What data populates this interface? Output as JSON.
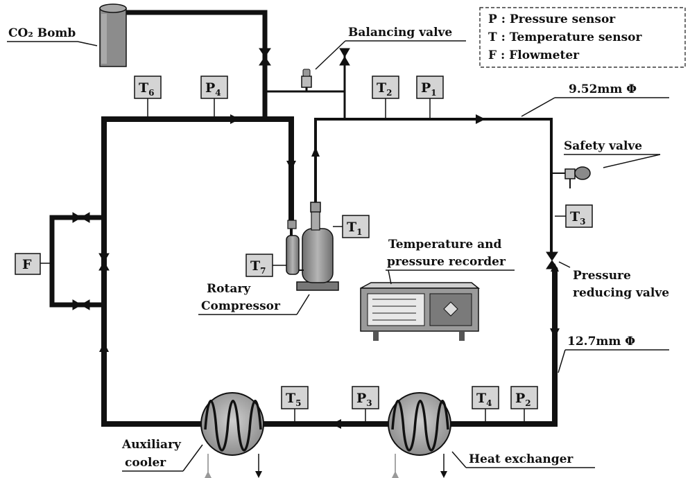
{
  "legend": {
    "line1": "P : Pressure sensor",
    "line2": "T : Temperature sensor",
    "line3": "F : Flowmeter"
  },
  "labels": {
    "co2_bomb": "CO₂ Bomb",
    "balancing_valve": "Balancing valve",
    "pipe_large": "9.52mm Φ",
    "pipe_small": "12.7mm Φ",
    "safety_valve": "Safety valve",
    "pressure_reducing_valve_line1": "Pressure",
    "pressure_reducing_valve_line2": "reducing valve",
    "recorder_line1": "Temperature and",
    "recorder_line2": "pressure recorder",
    "compressor_line1": "Rotary",
    "compressor_line2": "Compressor",
    "aux_cooler_line1": "Auxiliary",
    "aux_cooler_line2": "cooler",
    "heat_exchanger": "Heat exchanger",
    "flowmeter": "F"
  },
  "sensors": {
    "T1": {
      "letter": "T",
      "num": "1"
    },
    "T2": {
      "letter": "T",
      "num": "2"
    },
    "T3": {
      "letter": "T",
      "num": "3"
    },
    "T4": {
      "letter": "T",
      "num": "4"
    },
    "T5": {
      "letter": "T",
      "num": "5"
    },
    "T6": {
      "letter": "T",
      "num": "6"
    },
    "T7": {
      "letter": "T",
      "num": "7"
    },
    "P1": {
      "letter": "P",
      "num": "1"
    },
    "P2": {
      "letter": "P",
      "num": "2"
    },
    "P3": {
      "letter": "P",
      "num": "3"
    },
    "P4": {
      "letter": "P",
      "num": "4"
    }
  },
  "colors": {
    "pipe": "#111111",
    "sensor_box": "#d4d4d4",
    "bomb": "#8c8c8c",
    "equipment": "#a8a8a8",
    "recorder_face": "#9a9a9a"
  }
}
